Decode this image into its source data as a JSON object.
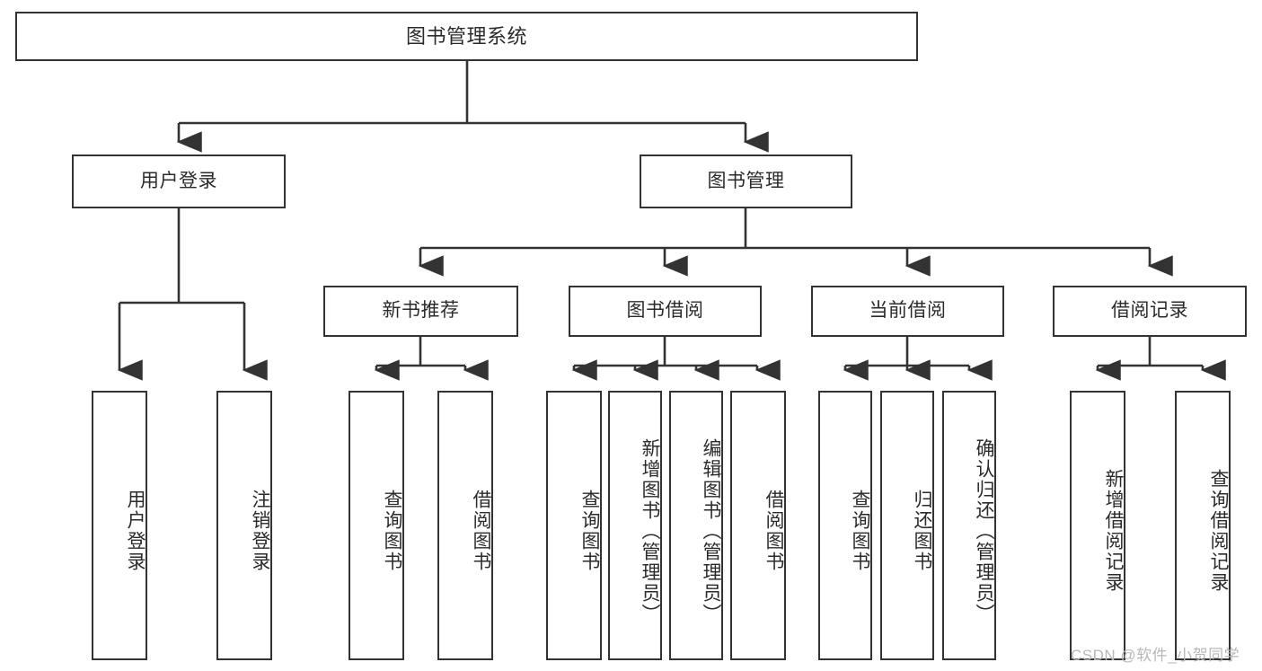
{
  "diagram": {
    "title": "图书管理系统",
    "type": "tree-hierarchy-diagram",
    "watermark": "CSDN @软件_小贺同学",
    "colors": {
      "background": "#ffffff",
      "node_fill": "#ffffff",
      "node_border": "#333333",
      "edge": "#333333",
      "text": "#2b2b2b",
      "watermark": "#b8b8b8"
    },
    "levels": {
      "root": {
        "label": "图书管理系统"
      },
      "level2": [
        {
          "id": "user-login",
          "label": "用户登录"
        },
        {
          "id": "book-management",
          "label": "图书管理"
        }
      ],
      "level3": [
        {
          "id": "new-book-recommend",
          "label": "新书推荐"
        },
        {
          "id": "book-borrow",
          "label": "图书借阅"
        },
        {
          "id": "current-borrow",
          "label": "当前借阅"
        },
        {
          "id": "borrow-record",
          "label": "借阅记录"
        }
      ],
      "leaves": {
        "user_login": [
          {
            "id": "leaf-user-login",
            "label": "用户登录"
          },
          {
            "id": "leaf-logout-login",
            "label": "注销登录"
          }
        ],
        "new_book_recommend": [
          {
            "id": "leaf-query-book-1",
            "label": "查询图书"
          },
          {
            "id": "leaf-borrow-book-1",
            "label": "借阅图书"
          }
        ],
        "book_borrow": [
          {
            "id": "leaf-query-book-2",
            "label": "查询图书"
          },
          {
            "id": "leaf-add-book",
            "label": "新增图书（管理员）"
          },
          {
            "id": "leaf-edit-book",
            "label": "编辑图书（管理员）"
          },
          {
            "id": "leaf-borrow-book-2",
            "label": "借阅图书"
          }
        ],
        "current_borrow": [
          {
            "id": "leaf-query-book-3",
            "label": "查询图书"
          },
          {
            "id": "leaf-return-book",
            "label": "归还图书"
          },
          {
            "id": "leaf-confirm-return",
            "label": "确认归还（管理员）"
          }
        ],
        "borrow_record": [
          {
            "id": "leaf-add-record",
            "label": "新增借阅记录"
          },
          {
            "id": "leaf-query-record",
            "label": "查询借阅记录"
          }
        ]
      }
    }
  }
}
